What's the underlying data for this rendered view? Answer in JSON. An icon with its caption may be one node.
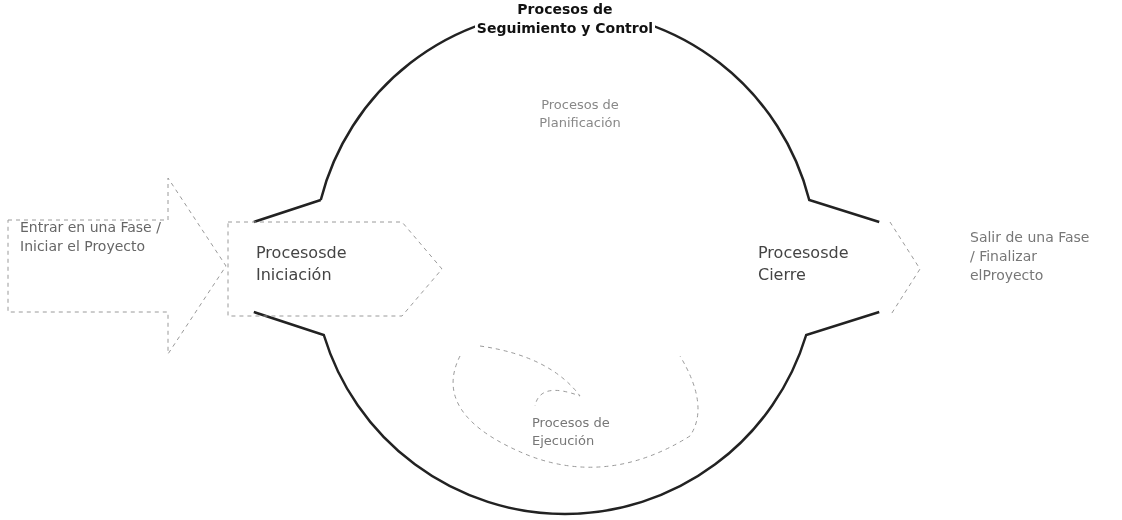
{
  "diagram": {
    "nodes": [
      {
        "text": [
          "Procesos de Seguimiento y Control"
        ]
      },
      {
        "text": [
          "Entrar en una Fase / Iniciar el Proyecto"
        ]
      },
      {
        "text": [
          "Procesosde Iniciación"
        ],
        "in": 0
      },
      {
        "text": [
          "Procesos de Planificación"
        ],
        "in": 0
      },
      {
        "text": [
          "Procesos de Ejecución"
        ],
        "in": 0
      },
      {
        "text": [
          "Procesosde Cierre"
        ],
        "in": 0
      },
      {
        "text": [
          "Salir de una Fase / Finalizar elProyecto"
        ]
      }
    ]
  }
}
